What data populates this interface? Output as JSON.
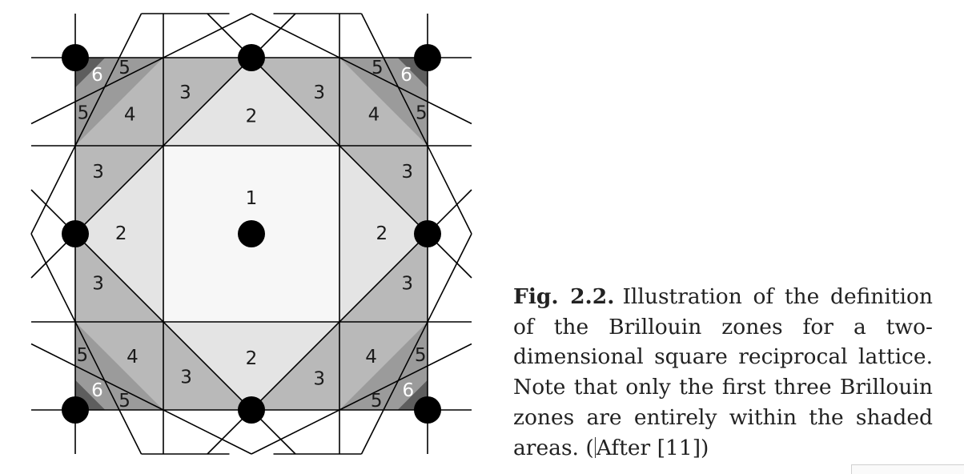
{
  "figure": {
    "zone_labels": [
      {
        "text": "1",
        "zone": 1
      },
      {
        "text": "2",
        "zone": 2
      },
      {
        "text": "2",
        "zone": 2
      },
      {
        "text": "2",
        "zone": 2
      },
      {
        "text": "2",
        "zone": 2
      },
      {
        "text": "3",
        "zone": 3
      },
      {
        "text": "3",
        "zone": 3
      },
      {
        "text": "3",
        "zone": 3
      },
      {
        "text": "3",
        "zone": 3
      },
      {
        "text": "3",
        "zone": 3
      },
      {
        "text": "3",
        "zone": 3
      },
      {
        "text": "3",
        "zone": 3
      },
      {
        "text": "3",
        "zone": 3
      },
      {
        "text": "4",
        "zone": 4
      },
      {
        "text": "4",
        "zone": 4
      },
      {
        "text": "4",
        "zone": 4
      },
      {
        "text": "4",
        "zone": 4
      },
      {
        "text": "5",
        "zone": 5
      },
      {
        "text": "5",
        "zone": 5
      },
      {
        "text": "5",
        "zone": 5
      },
      {
        "text": "5",
        "zone": 5
      },
      {
        "text": "5",
        "zone": 5
      },
      {
        "text": "5",
        "zone": 5
      },
      {
        "text": "5",
        "zone": 5
      },
      {
        "text": "5",
        "zone": 5
      },
      {
        "text": "6",
        "zone": 6
      },
      {
        "text": "6",
        "zone": 6
      },
      {
        "text": "6",
        "zone": 6
      },
      {
        "text": "6",
        "zone": 6
      }
    ],
    "colors": {
      "zone1": "#f7f7f7",
      "zone2": "#e4e4e4",
      "zone3": "#b9b9b9",
      "zone4": "#9b9b9b",
      "zone6": "#5e5e5e",
      "lines": "#000000",
      "lattice_point": "#000000"
    }
  },
  "caption": {
    "label": "Fig. 2.2.",
    "text_before_cursor": "Illustration of the definition of the Brillouin zones for a two-dimensional square reciprocal lattice. Note that only the first three Brillouin zones are entirely within the shaded areas. (",
    "text_after_cursor": "After [11])"
  }
}
